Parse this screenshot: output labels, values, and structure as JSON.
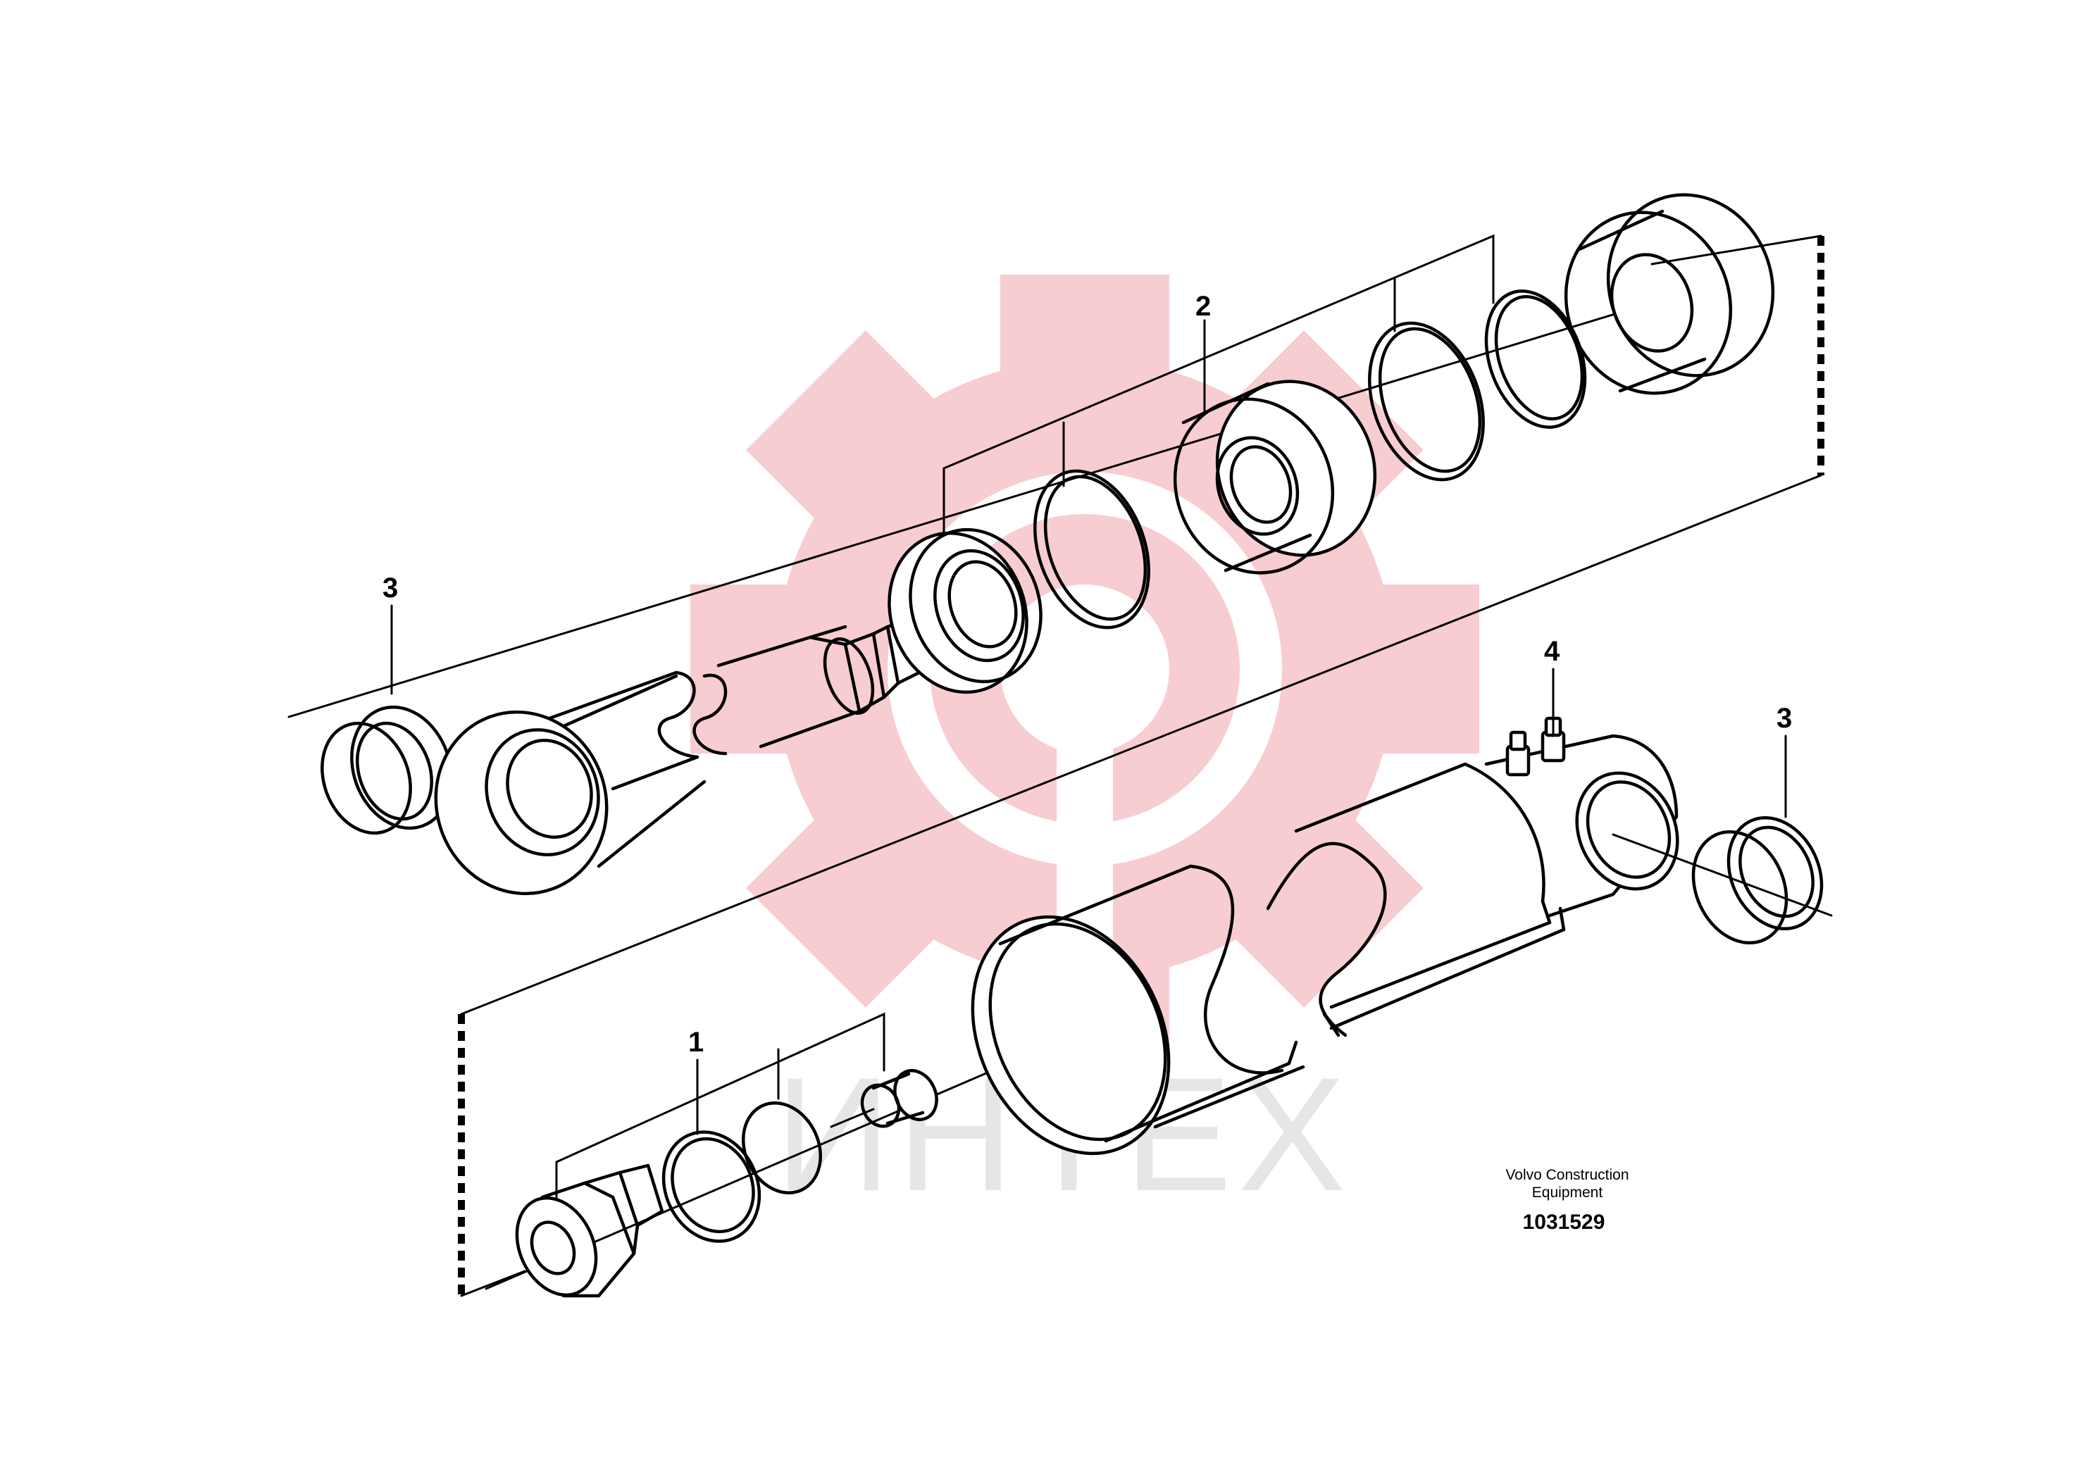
{
  "callouts": {
    "c1": "1",
    "c2": "2",
    "c3_left": "3",
    "c3_right": "3",
    "c4": "4"
  },
  "credit": {
    "line1": "Volvo Construction",
    "line2": "Equipment",
    "part_number": "1031529"
  },
  "watermark": {
    "text": "ИНТЕХ",
    "gear_color": "#f7c8cc"
  },
  "line_color": "#000000"
}
